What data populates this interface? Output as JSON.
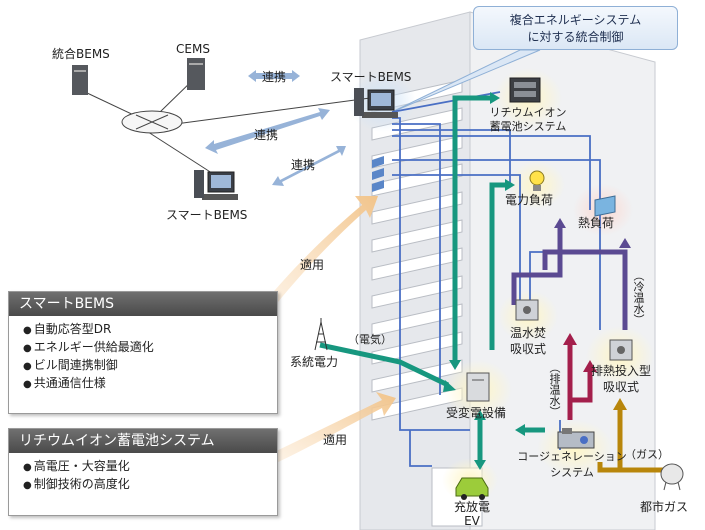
{
  "callout": {
    "line1": "複合エネルギーシステム",
    "line2": "に対する統合制御"
  },
  "network": {
    "integrated_bems": "統合BEMS",
    "cems": "CEMS",
    "smart_bems_top": "スマートBEMS",
    "smart_bems_bottom": "スマートBEMS",
    "link1": "連携",
    "link2": "連携",
    "link3": "連携"
  },
  "building": {
    "battery_line1": "リチウムイオン",
    "battery_line2": "蓄電池システム",
    "power_load": "電力負荷",
    "heat_load": "熱負荷",
    "hot_water_line1": "温水焚",
    "hot_water_line2": "吸収式",
    "exhaust_line1": "排熱投入型",
    "exhaust_line2": "吸収式",
    "substation": "受変電設備",
    "cogen_line1": "コージェネレーション",
    "cogen_line2": "システム",
    "ev_line1": "充放電",
    "ev_line2": "EV",
    "grid_power": "系統電力",
    "city_gas": "都市ガス",
    "flow_electric": "（電気）",
    "flow_gas": "（ガス）",
    "flow_exhaust_hot_water": "（排温水）",
    "flow_chilled_water": "（冷温水）"
  },
  "applied": {
    "upper": "適用",
    "lower": "適用"
  },
  "panel_bems": {
    "title": "スマートBEMS",
    "items": [
      "自動応答型DR",
      "エネルギー供給最適化",
      "ビル間連携制御",
      "共通通信仕様"
    ]
  },
  "panel_battery": {
    "title": "リチウムイオン蓄電池システム",
    "items": [
      "高電圧・大容量化",
      "制御技術の高度化"
    ]
  },
  "colors": {
    "building_face": "#e4e6ea",
    "building_side": "#d0d3d8",
    "electric_arrow": "#17977f",
    "heat_arrow": "#5b4a92",
    "exhaust_arrow": "#a31f4b",
    "gas_arrow": "#b8860b",
    "link_arrow": "#97b3d8",
    "applied_arrow": "#f3c890",
    "control_line": "#4a6fc4"
  },
  "icons": [
    "server-icon",
    "computer-icon",
    "network-hub-icon",
    "battery-icon",
    "bulb-icon",
    "radiator-icon",
    "chiller-icon",
    "switchgear-icon",
    "cogeneration-icon",
    "car-icon",
    "power-tower-icon",
    "gas-tank-icon"
  ]
}
